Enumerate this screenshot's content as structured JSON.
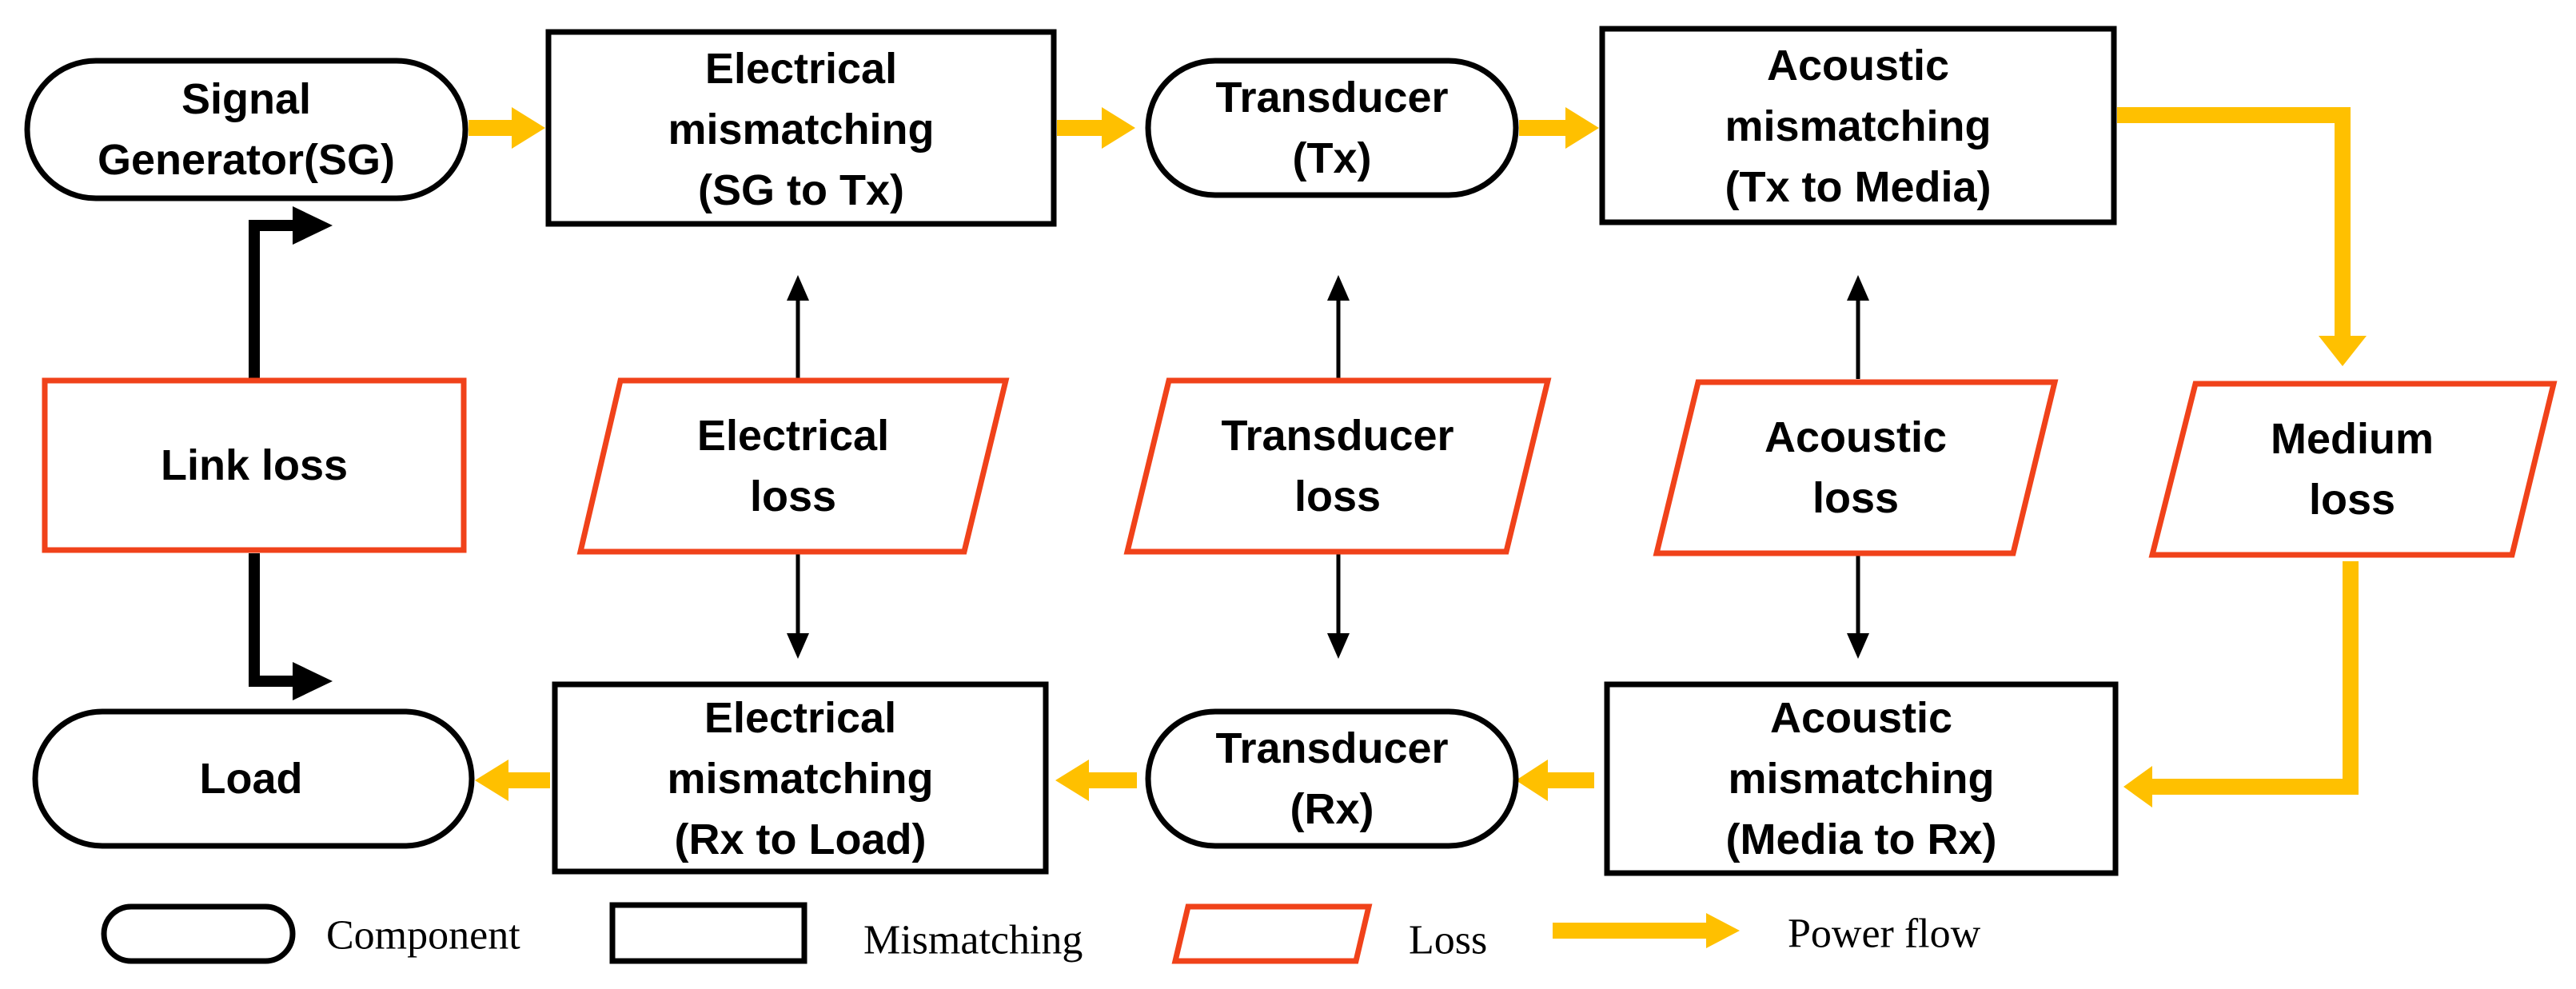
{
  "colors": {
    "component_stroke": "#000000",
    "mismatch_stroke": "#000000",
    "loss_stroke": "#f0421a",
    "power_flow": "#ffc000"
  },
  "components": {
    "signal_generator": [
      "Signal",
      "Generator(SG)"
    ],
    "transducer_tx": [
      "Transducer",
      "(Tx)"
    ],
    "transducer_rx": [
      "Transducer",
      "(Rx)"
    ],
    "load": [
      "Load"
    ]
  },
  "mismatching": {
    "electrical_tx": [
      "Electrical",
      "mismatching",
      "(SG to Tx)"
    ],
    "acoustic_tx": [
      "Acoustic",
      "mismatching",
      "(Tx to Media)"
    ],
    "electrical_rx": [
      "Electrical",
      "mismatching",
      "(Rx to Load)"
    ],
    "acoustic_rx": [
      "Acoustic",
      "mismatching",
      "(Media to Rx)"
    ]
  },
  "losses": {
    "link": [
      "Link loss"
    ],
    "electrical": [
      "Electrical",
      "loss"
    ],
    "transducer": [
      "Transducer",
      "loss"
    ],
    "acoustic": [
      "Acoustic",
      "loss"
    ],
    "medium": [
      "Medium",
      "loss"
    ]
  },
  "legend": {
    "component": "Component",
    "mismatching": "Mismatching",
    "loss": "Loss",
    "power_flow": "Power flow"
  }
}
